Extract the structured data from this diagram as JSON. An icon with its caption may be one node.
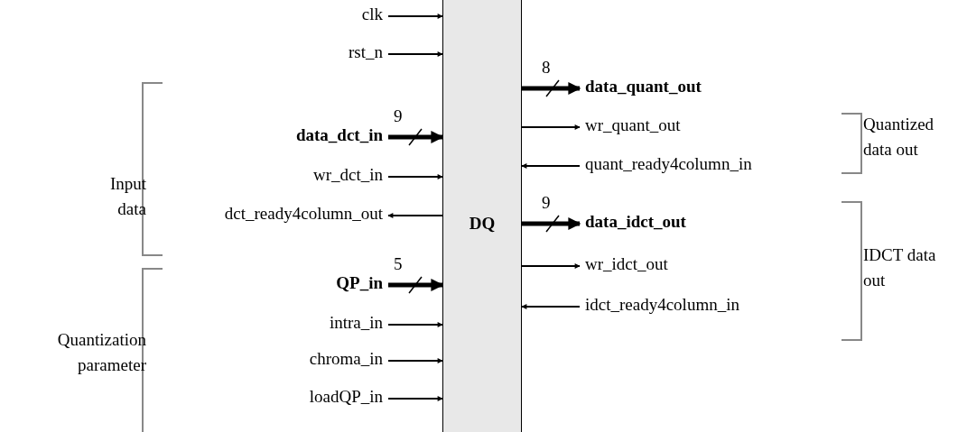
{
  "diagram": {
    "nodes": [
      {
        "text": [
          "DQ"
        ]
      },
      {
        "text": [
          "clk"
        ]
      },
      {
        "text": [
          "rst_n"
        ]
      },
      {
        "text": [
          "data_dct_in"
        ]
      },
      {
        "text": [
          "wr_dct_in"
        ]
      },
      {
        "text": [
          "dct_ready4column_out"
        ]
      },
      {
        "text": [
          "QP_in"
        ]
      },
      {
        "text": [
          "intra_in"
        ]
      },
      {
        "text": [
          "chroma_in"
        ]
      },
      {
        "text": [
          "loadQP_in"
        ]
      },
      {
        "text": [
          "data_quant_out"
        ]
      },
      {
        "text": [
          "wr_quant_out"
        ]
      },
      {
        "text": [
          "quant_ready4column_in"
        ]
      },
      {
        "text": [
          "data_idct_out"
        ]
      },
      {
        "text": [
          "wr_idct_out"
        ]
      },
      {
        "text": [
          "idct_ready4column_in"
        ]
      }
    ],
    "edges": [
      {
        "from": 1,
        "to": 0,
        "arrow": "to"
      },
      {
        "from": 2,
        "to": 0,
        "arrow": "to"
      },
      {
        "from": 3,
        "to": 0,
        "arrow": "to",
        "label": "9",
        "style": "thick"
      },
      {
        "from": 4,
        "to": 0,
        "arrow": "to"
      },
      {
        "from": 0,
        "to": 5,
        "arrow": "to"
      },
      {
        "from": 6,
        "to": 0,
        "arrow": "to",
        "label": "5",
        "style": "thick"
      },
      {
        "from": 7,
        "to": 0,
        "arrow": "to"
      },
      {
        "from": 8,
        "to": 0,
        "arrow": "to"
      },
      {
        "from": 9,
        "to": 0,
        "arrow": "to"
      },
      {
        "from": 0,
        "to": 10,
        "arrow": "to",
        "label": "8",
        "style": "thick"
      },
      {
        "from": 0,
        "to": 11,
        "arrow": "to"
      },
      {
        "from": 12,
        "to": 0,
        "arrow": "to"
      },
      {
        "from": 0,
        "to": 13,
        "arrow": "to",
        "label": "9",
        "style": "thick"
      },
      {
        "from": 0,
        "to": 14,
        "arrow": "to"
      },
      {
        "from": 15,
        "to": 0,
        "arrow": "to"
      }
    ],
    "labels": [
      "Input data",
      "Quantization parameter",
      "Quantized data out",
      "IDCT data out"
    ]
  }
}
